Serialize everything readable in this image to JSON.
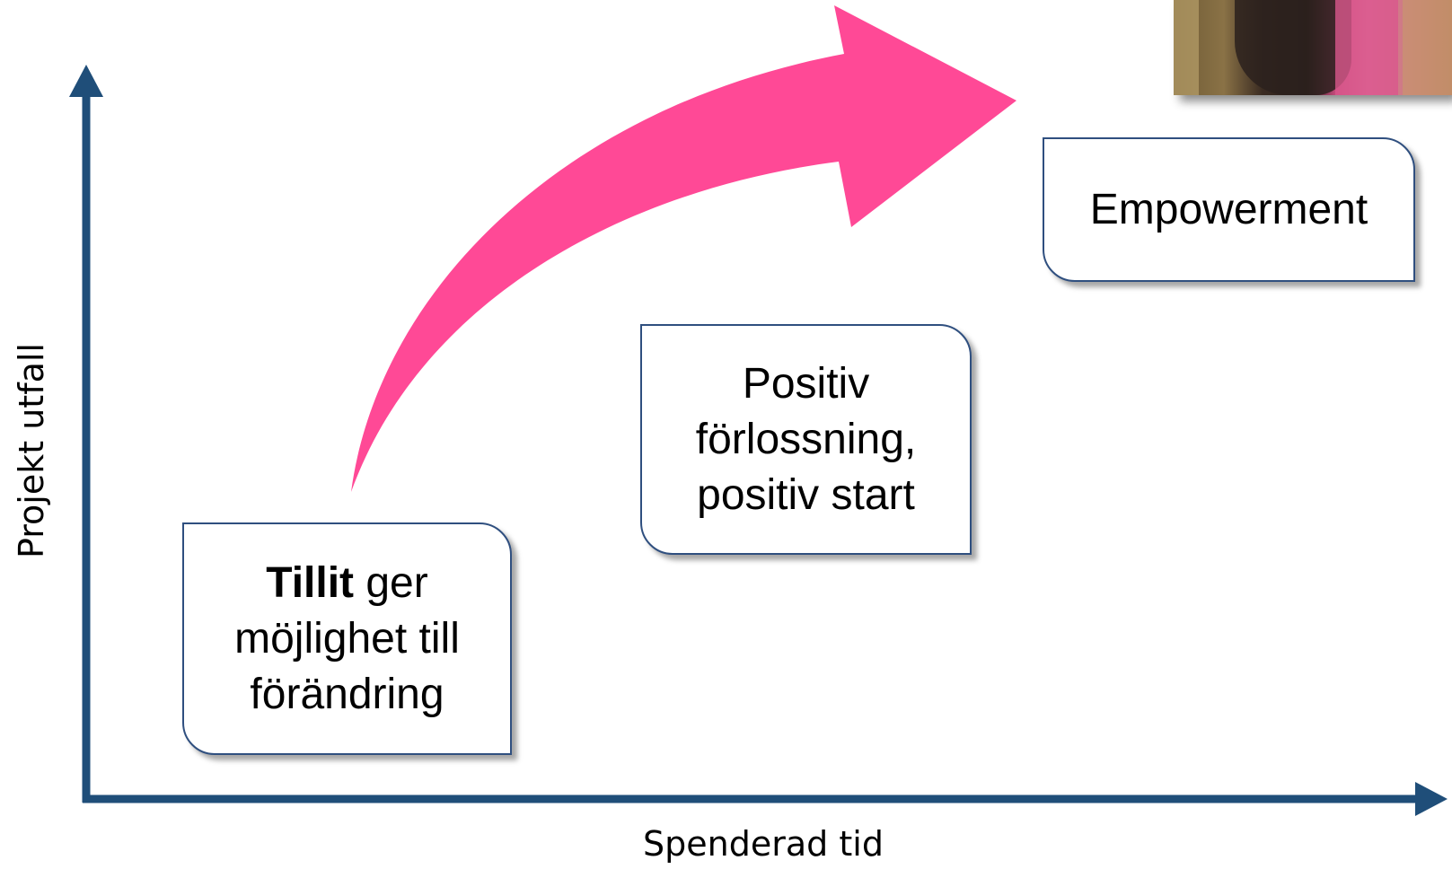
{
  "axes": {
    "x_label": "Spenderad tid",
    "y_label": "Projekt utfall",
    "color": "#1f4e79"
  },
  "arrow": {
    "color": "#ff4996"
  },
  "boxes": {
    "tillit": {
      "line1_bold": "Tillit",
      "line1_rest": " ger",
      "line2": "möjlighet till",
      "line3": "förändring"
    },
    "positiv": {
      "line1": "Positiv",
      "line2": "förlossning,",
      "line3": "positiv start"
    },
    "empowerment": {
      "line1": "Empowerment"
    },
    "border_color": "#2f4f7f"
  },
  "photo": {
    "icon": "photo-thumbnail"
  }
}
